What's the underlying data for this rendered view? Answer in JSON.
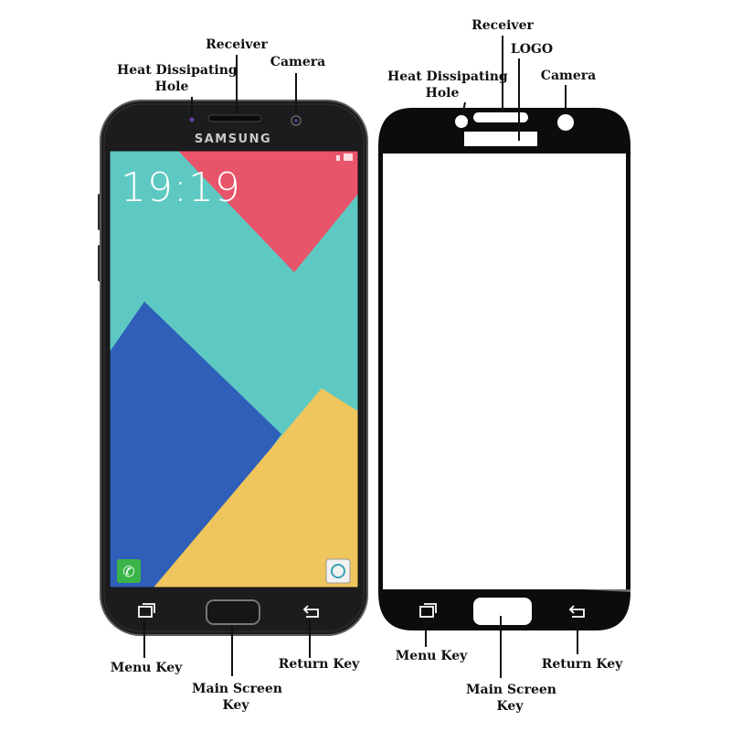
{
  "left_phone": {
    "brand": "SAMSUNG",
    "clock": "19:19",
    "labels": {
      "heat_hole_line1": "Heat Dissipating",
      "heat_hole_line2": "Hole",
      "receiver": "Receiver",
      "camera": "Camera",
      "menu_key": "Menu Key",
      "main_key_line1": "Main Screen",
      "main_key_line2": "Key",
      "return_key": "Return Key"
    }
  },
  "right_protector": {
    "labels": {
      "receiver": "Receiver",
      "logo": "LOGO",
      "heat_hole_line1": "Heat Dissipating",
      "heat_hole_line2": "Hole",
      "camera": "Camera",
      "menu_key": "Menu Key",
      "main_key_line1": "Main Screen",
      "main_key_line2": "Key",
      "return_key": "Return Key"
    }
  },
  "colors": {
    "phone_body": "#1c1c1e",
    "wall_teal": "#5ec9c2",
    "wall_pink": "#e8546a",
    "wall_blue": "#2f5fb8",
    "wall_yellow": "#efc55d",
    "protector_black": "#0c0c0c",
    "protector_gray": "#6c6c6c"
  }
}
